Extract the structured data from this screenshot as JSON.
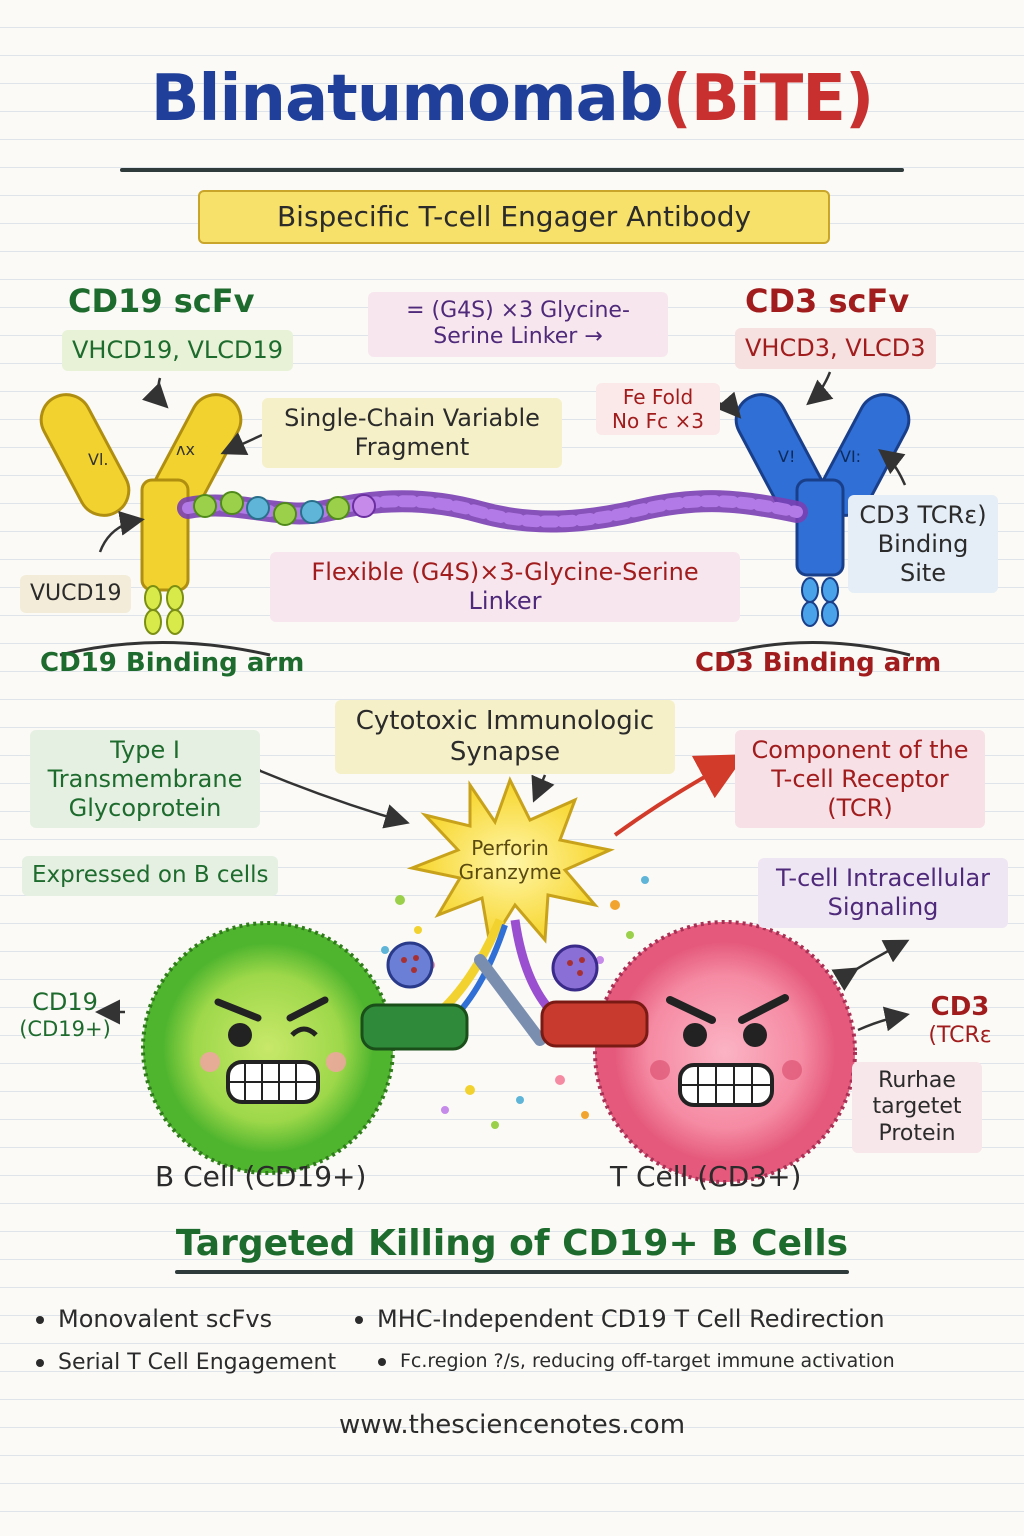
{
  "title": {
    "main": "Blinatumomab",
    "accent": "(BiTE)"
  },
  "subtitle": "Bispecific T-cell Engager Antibody",
  "left_arm": {
    "heading": "CD19 scFv",
    "domains": "VHCD19, VLCD19",
    "v_label": "VUCD19",
    "arm_label": "CD19 Binding arm",
    "domain_marks": [
      "Vl.",
      "ᴧx"
    ]
  },
  "right_arm": {
    "heading": "CD3 scFv",
    "domains": "VHCD3, VLCD3",
    "binding_site": [
      "CD3 TCRε)",
      "Binding",
      "Site"
    ],
    "arm_label": "CD3 Binding arm",
    "domain_marks": [
      "V!",
      "VI:"
    ]
  },
  "linker_top": [
    "= (G4S) ×3 Glycine-",
    "Serine Linker →"
  ],
  "fold_note": [
    "Fe Fold",
    "No Fc ×3"
  ],
  "scfv_note": [
    "Single-Chain Variable",
    "Fragment"
  ],
  "linker_mid": {
    "part1": "Flexible (G4S)×3-Glycine-Serine",
    "part2": "Linker"
  },
  "synapse": {
    "label": [
      "Cytotoxic Immunologic",
      "Synapse"
    ],
    "burst": [
      "Perforin",
      "Granzyme"
    ]
  },
  "cd19_info": [
    "Type I",
    "Transmembrane",
    "Glycoprotein"
  ],
  "expressed": "Expressed on B cells",
  "tcr_info": [
    "Component of the",
    "T-cell Receptor",
    "(TCR)"
  ],
  "signaling": [
    "T-cell Intracellular",
    "Signaling"
  ],
  "cd19_tag": [
    "CD19",
    "(CD19+)"
  ],
  "cd3_tag": [
    "CD3",
    "(TCRε"
  ],
  "target_note": [
    "Rurhae",
    "targetet",
    "Protein"
  ],
  "b_cell": "B Cell (CD19+)",
  "t_cell": "T Cell (CD3+)",
  "killing": "Targeted Killing of CD19+ B Cells",
  "bullets": [
    "Monovalent scFvs",
    "MHC-Independent CD19 T Cell Redirection",
    "Serial T Cell Engagement",
    "Fc.region ?/s, reducing off-target immune activation"
  ],
  "website": "www.thesciencenotes.com",
  "colors": {
    "title_blue": "#1f3f9a",
    "title_red": "#c7302e",
    "cd19_yellow": "#f2d22e",
    "cd3_blue": "#2f6fd6",
    "linker_purple": "#9a4fd0",
    "b_cell_green": "#6ccf3a",
    "t_cell_pink": "#f07b98"
  }
}
